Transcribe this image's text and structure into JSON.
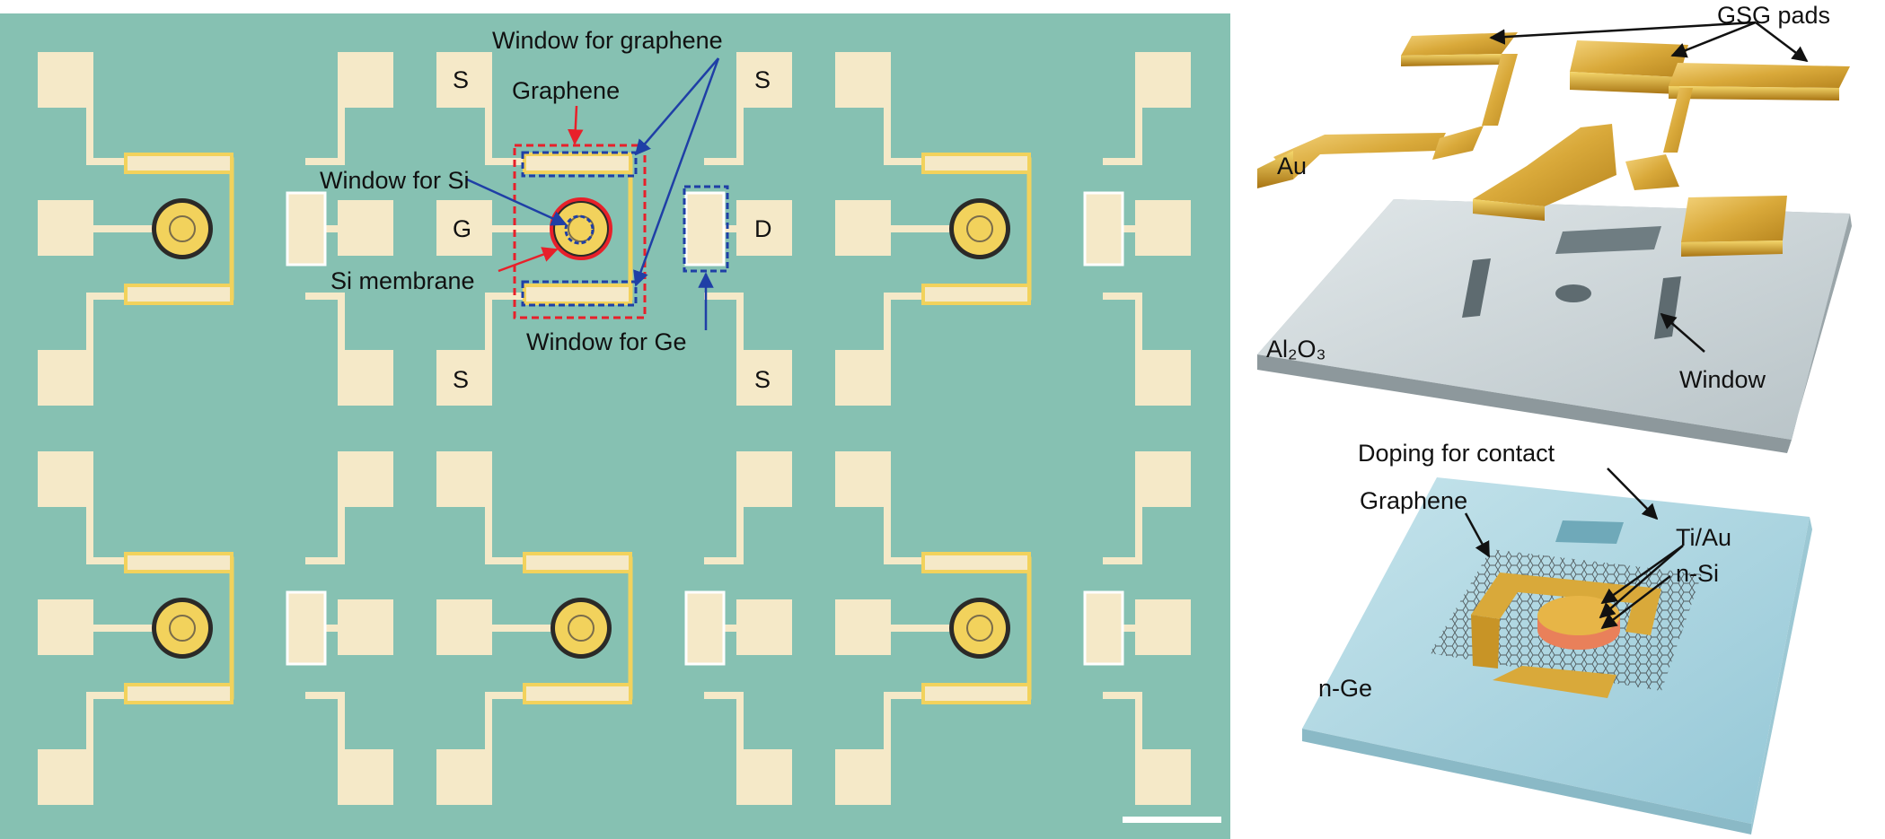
{
  "micrograph": {
    "labels": {
      "window_graphene": "Window for graphene",
      "graphene": "Graphene",
      "window_si": "Window for Si",
      "si_membrane": "Si membrane",
      "window_ge": "Window for Ge",
      "source_top_left": "S",
      "source_top_right": "S",
      "source_bottom_left": "S",
      "source_bottom_right": "S",
      "gate": "G",
      "drain": "D"
    },
    "colors": {
      "substrate": "#86c1b2",
      "pad": "#f5e9c8",
      "gold_ring": "#f2d25c",
      "highlight_red": "#e8202a",
      "highlight_blue": "#1f3fa6",
      "scale_bar": "#ffffff"
    }
  },
  "device_3d": {
    "labels": {
      "gsg_pads": "GSG pads",
      "au": "Au",
      "al2o3": "Al₂O₃",
      "window": "Window",
      "doping_for_contact": "Doping for contact",
      "graphene": "Graphene",
      "ti_au": "Ti/Au",
      "n_si": "n-Si",
      "n_ge": "n-Ge"
    },
    "colors": {
      "gold": "#d9a93a",
      "al2o3": "#cfd8db",
      "ge": "#a9d3df",
      "si": "#e9805a"
    }
  }
}
